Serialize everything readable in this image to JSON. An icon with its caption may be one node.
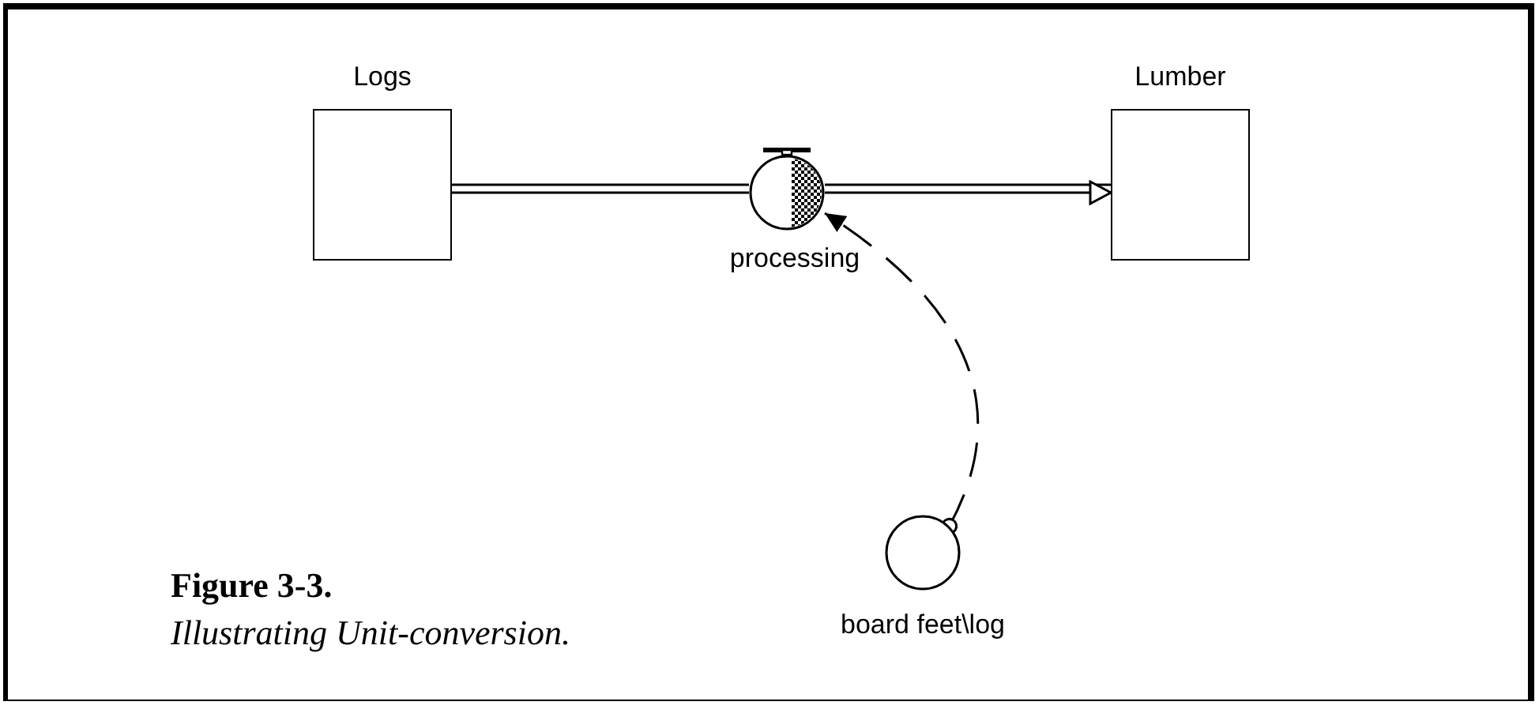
{
  "diagram": {
    "title": "Figure 3-3.",
    "caption": "Illustrating Unit-conversion.",
    "nodes": [
      {
        "text": [
          "Logs"
        ]
      },
      {
        "text": [
          "Lumber"
        ]
      },
      {
        "text": [
          "processing"
        ]
      },
      {
        "text": [
          "board feet\\log"
        ]
      }
    ],
    "edges": [
      {
        "from": 0,
        "to": 2,
        "arrow": "none"
      },
      {
        "from": 2,
        "to": 1,
        "arrow": "to"
      },
      {
        "from": 3,
        "to": 2,
        "arrow": "to",
        "style": "dashed"
      }
    ]
  }
}
